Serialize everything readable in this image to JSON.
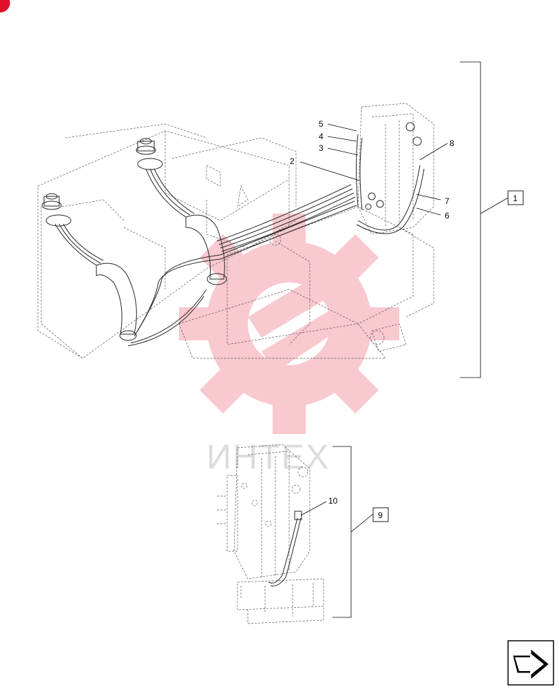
{
  "watermark": {
    "text": "ИНТЕХ",
    "color": "#f0a0a8"
  },
  "callouts": {
    "c1": "1",
    "c2": "2",
    "c3": "3",
    "c4": "4",
    "c5": "5",
    "c6": "6",
    "c7": "7",
    "c8": "8",
    "c9": "9",
    "c10": "10"
  },
  "nav": {
    "icon": "next-page-arrow-icon"
  },
  "corner_badge": {
    "color": "#e0102a"
  }
}
